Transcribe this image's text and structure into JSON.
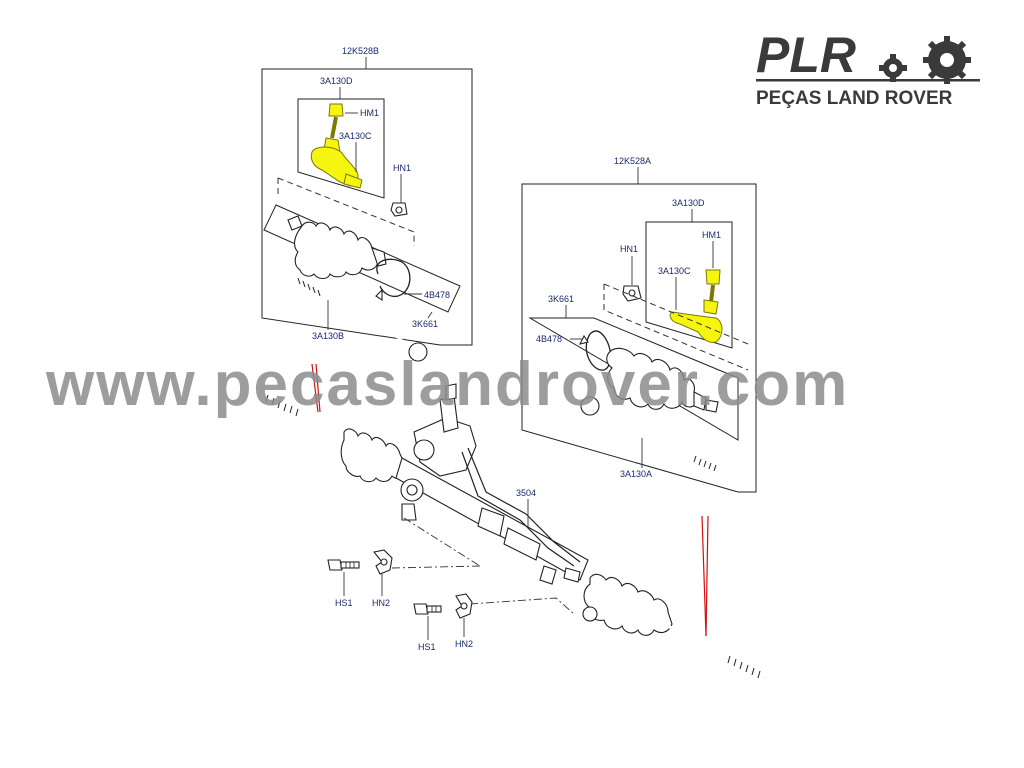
{
  "logo": {
    "brand": "PLR",
    "tagline": "PEÇAS LAND ROVER"
  },
  "watermark": "www.pecaslandrover.com",
  "colors": {
    "highlight_parts": "#f5f510",
    "callout_text": "#1a2a6c",
    "red_markers": "#d01010",
    "watermark": "#8c8c8c"
  },
  "left_kit": {
    "kit_label": "12K528B",
    "tie_rod_end_label": "3A130D",
    "nut_hm1_label": "HM1",
    "ball_joint_label": "3A130C",
    "nut_hn1_label": "HN1",
    "clamp_label": "4B478",
    "boot_label": "3K661",
    "inner_rod_label": "3A130B"
  },
  "right_kit": {
    "kit_label": "12K528A",
    "tie_rod_end_label": "3A130D",
    "nut_hm1_label": "HM1",
    "nut_hn1_label": "HN1",
    "ball_joint_label": "3A130C",
    "boot_label": "3K661",
    "clamp_label": "4B478",
    "inner_rod_label": "3A130A"
  },
  "rack": {
    "assembly_label": "3504"
  },
  "fasteners": {
    "bolt_1_label": "HS1",
    "bracket_1_label": "HN2",
    "bolt_2_label": "HS1",
    "bracket_2_label": "HN2"
  }
}
